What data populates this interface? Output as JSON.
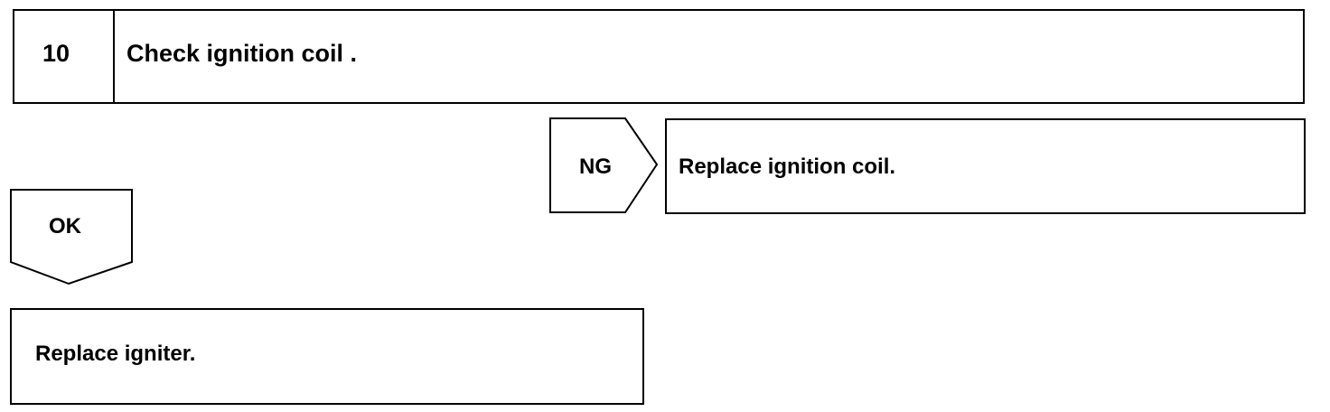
{
  "step": {
    "number": "10",
    "title": "Check ignition coil ."
  },
  "ng_branch": {
    "label": "NG",
    "action": "Replace ignition coil."
  },
  "ok_branch": {
    "label": "OK",
    "action": "Replace igniter."
  }
}
